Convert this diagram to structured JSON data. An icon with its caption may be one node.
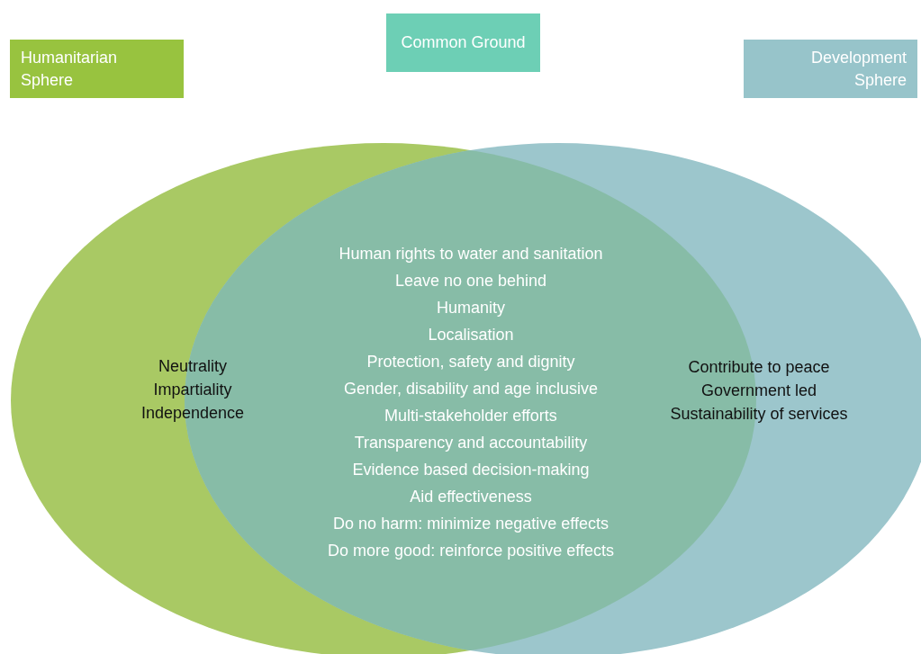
{
  "diagram": {
    "nodes": [
      {
        "text": [
          "Humanitarian Sphere"
        ]
      },
      {
        "text": [
          "Common Ground"
        ]
      },
      {
        "text": [
          "Development Sphere"
        ]
      },
      {
        "text": [
          "Neutrality",
          "Impartiality",
          "Independence"
        ]
      },
      {
        "text": [
          "Contribute to peace",
          "Government led",
          "Sustainability of services"
        ]
      }
    ],
    "labels": [
      "Human rights to water and sanitation",
      "Leave no one behind",
      "Humanity",
      "Localisation",
      "Protection, safety and dignity",
      "Gender, disability and age inclusive",
      "Multi-stakeholder efforts",
      "Transparency and accountability",
      "Evidence based decision-making",
      "Aid effectiveness",
      "Do no harm: minimize negative effects",
      "Do more good: reinforce positive effects"
    ]
  }
}
